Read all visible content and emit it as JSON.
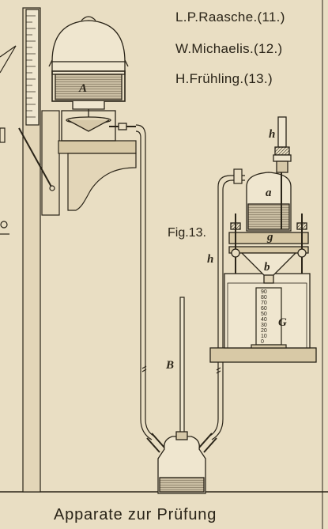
{
  "authors": [
    {
      "name": "L.P.Raasche.",
      "ref": "(11.)"
    },
    {
      "name": "W.Michaelis.",
      "ref": "(12.)"
    },
    {
      "name": "H.Frühling.",
      "ref": "(13.)"
    }
  ],
  "figure_label": "Fig.13.",
  "labels": {
    "A": "A",
    "B": "B",
    "a": "a",
    "b": "b",
    "g": "g",
    "h_top": "h",
    "h_side": "h",
    "G": "G"
  },
  "scale_numbers": [
    "90",
    "80",
    "70",
    "60",
    "50",
    "40",
    "30",
    "20",
    "10",
    "0"
  ],
  "caption": "Apparate zur Prüfung",
  "colors": {
    "paper": "#e9dec3",
    "ink": "#2a2418",
    "liquid": "#b9ad93",
    "wood": "#d8c9a6"
  }
}
